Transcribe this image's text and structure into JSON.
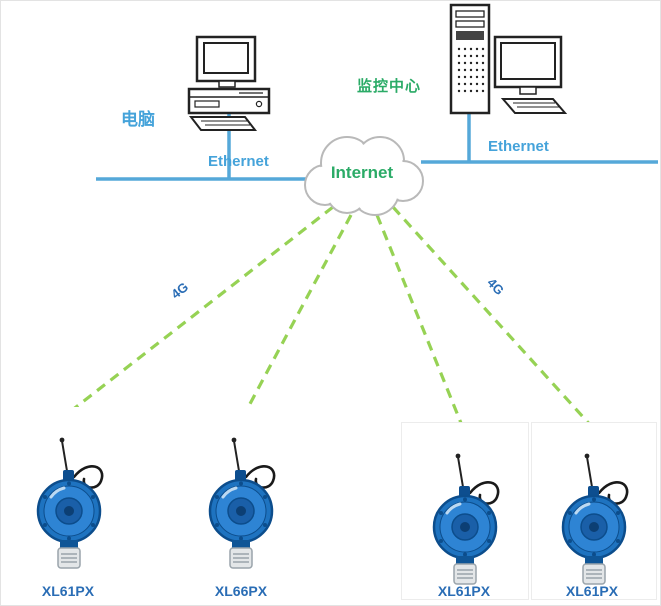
{
  "cloud": {
    "label": "Internet"
  },
  "computers": {
    "left_label": "电脑",
    "right_label": "监控中心"
  },
  "links": {
    "ethernet_left": "Ethernet",
    "ethernet_right": "Ethernet",
    "wireless_left": "4G",
    "wireless_right": "4G"
  },
  "devices": [
    {
      "model": "XL61PX"
    },
    {
      "model": "XL66PX"
    },
    {
      "model": "XL61PX"
    },
    {
      "model": "XL61PX"
    }
  ],
  "colors": {
    "ethernet_line": "#55a8d9",
    "wireless_dashed_line": "#96d254",
    "internet_text": "#2bab67",
    "ethernet_text": "#45a3da",
    "server_label_text": "#2bab67",
    "device_label_text": "#2a6db5",
    "detector_body_blue": "#1e73c0"
  }
}
